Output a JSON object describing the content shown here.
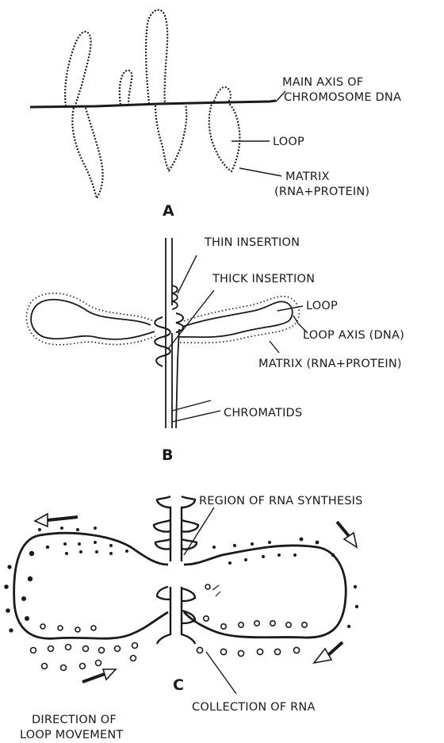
{
  "panel_a": {
    "label_main_axis_1": "MAIN AXIS OF",
    "label_main_axis_2": "CHROMOSOME DNA",
    "label_loop": "LOOP",
    "label_matrix_1": "MATRIX",
    "label_matrix_2": "(RNA+PROTEIN)",
    "panel_letter": "A"
  },
  "panel_b": {
    "label_thin_insertion": "THIN INSERTION",
    "label_thick_insertion": "THICK  INSERTION",
    "label_loop": "LOOP",
    "label_loop_axis": "LOOP AXIS (DNA)",
    "label_matrix": "MATRIX (RNA+PROTEIN)",
    "label_chromatids": "CHROMATIDS",
    "panel_letter": "B"
  },
  "panel_c": {
    "label_region": "REGION OF RNA SYNTHESIS",
    "label_direction_1": "DIRECTION OF",
    "label_direction_2": "LOOP MOVEMENT",
    "label_collection": "COLLECTION OF RNA",
    "panel_letter": "C"
  }
}
